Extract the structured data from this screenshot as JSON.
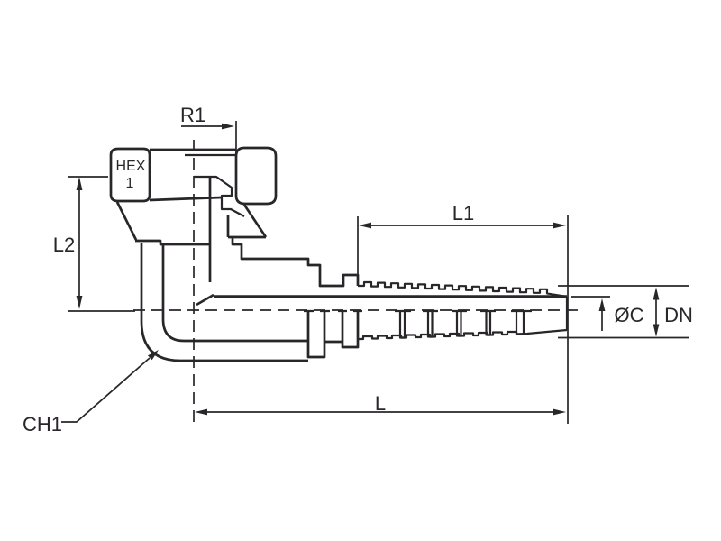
{
  "drawing": {
    "labels": {
      "r1": "R1",
      "hex_line1": "HEX",
      "hex_line2": "1",
      "l2": "L2",
      "l1": "L1",
      "diameter_c": "ØC",
      "dn": "DN",
      "l": "L",
      "ch1": "CH1"
    },
    "colors": {
      "line": "#29262a",
      "background": "#ffffff"
    }
  }
}
